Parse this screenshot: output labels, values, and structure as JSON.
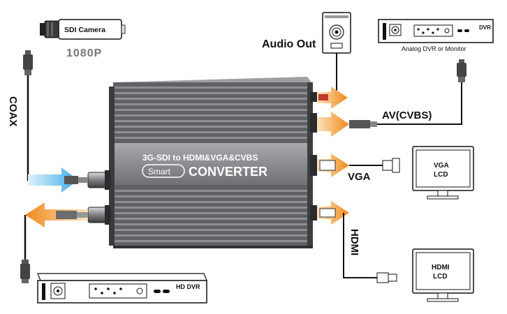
{
  "camera": {
    "label": "SDI Camera",
    "resolution": "1080P"
  },
  "coax_label": "COAX",
  "audio_out_label": "Audio Out",
  "analog_dvr": {
    "badge": "DVR",
    "caption": "Analog DVR or Monitor"
  },
  "av_label": "AV(CVBS)",
  "vga_label": "VGA",
  "vga_monitor": {
    "line1": "VGA",
    "line2": "LCD"
  },
  "hdmi_label": "HDMI",
  "hdmi_monitor": {
    "line1": "HDMI",
    "line2": "LCD"
  },
  "converter": {
    "title": "3G-SDI to HDMI&VGA&CVBS",
    "badge": "Smart",
    "name": "CONVERTER"
  },
  "hd_dvr": {
    "label": "HD DVR"
  },
  "colors": {
    "orange_arrow": "#f39c33",
    "blue_arrow": "#5ab8ea",
    "body": "#5f6164",
    "band": "#8a8c8f"
  }
}
